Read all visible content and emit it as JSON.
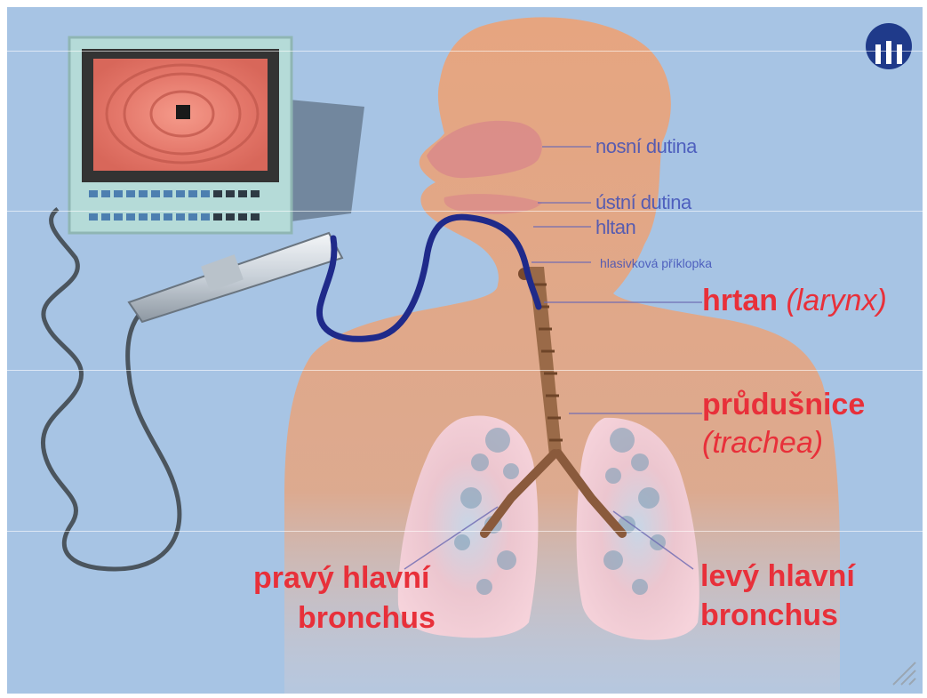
{
  "labels": {
    "nasal_cavity": "nosní dutina",
    "oral_cavity": "ústní dutina",
    "pharynx": "hltan",
    "epiglottis": "hlasivková příklopka",
    "larynx_main": "hrtan",
    "larynx_latin": "(larynx)",
    "trachea_main": "průdušnice",
    "trachea_latin": "(trachea)",
    "right_bronchus_line1": "pravý hlavní",
    "right_bronchus_line2": "bronchus",
    "left_bronchus_line1": "levý hlavní",
    "left_bronchus_line2": "bronchus"
  },
  "colors": {
    "background": "#a7c4e4",
    "body_skin": "#e6a580",
    "nasal_pink": "#d98a8a",
    "lung_pink": "#f6d1d9",
    "bronchi_brown": "#8a5a3c",
    "scope_tube": "#1f2a8a",
    "monitor_frame": "#b5dbd8",
    "screen_bg": "#333333",
    "screen_image": "#e67a6a",
    "label_red": "#e8303a",
    "label_blue": "#3f4fb8"
  },
  "icons": {
    "logo": "university-logo-icon",
    "corner": "resize-corner-icon"
  }
}
